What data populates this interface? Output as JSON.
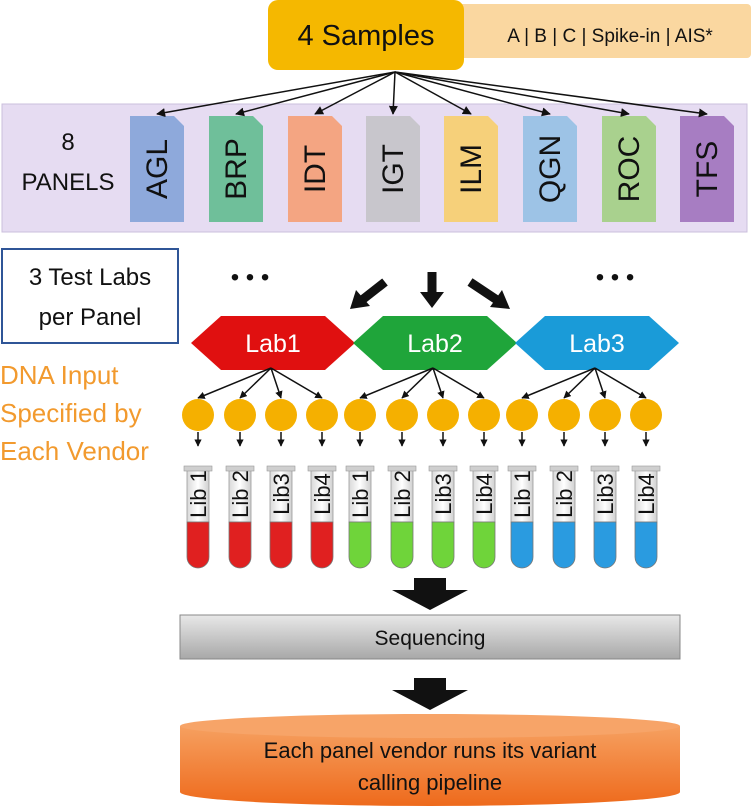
{
  "samples": {
    "title": "4 Samples",
    "list": "A | B | C | Spike-in | AIS*"
  },
  "panels": {
    "count_label": "8",
    "label": "PANELS",
    "items": [
      {
        "code": "AGL",
        "color": "#8EA9DB"
      },
      {
        "code": "BRP",
        "color": "#6FBF9A"
      },
      {
        "code": "IDT",
        "color": "#F4A582"
      },
      {
        "code": "IGT",
        "color": "#C8C6CC"
      },
      {
        "code": "ILM",
        "color": "#F6D07A"
      },
      {
        "code": "QGN",
        "color": "#9DC3E6"
      },
      {
        "code": "ROC",
        "color": "#A9D18E"
      },
      {
        "code": "TFS",
        "color": "#A77DC2"
      }
    ]
  },
  "test_labs": {
    "line1": "3 Test Labs",
    "line2": "per Panel",
    "ellipsis": "• • •"
  },
  "dna_input": {
    "line1": "DNA Input",
    "line2": "Specified by",
    "line3": "Each Vendor"
  },
  "labs": [
    {
      "name": "Lab1",
      "color": "#E01010",
      "tube_color": "#E02020"
    },
    {
      "name": "Lab2",
      "color": "#1FA53A",
      "tube_color": "#6FD43A"
    },
    {
      "name": "Lab3",
      "color": "#1A9BD8",
      "tube_color": "#2A9BE0"
    }
  ],
  "libraries": [
    "Lib 1",
    "Lib 2",
    "Lib3",
    "Lib4"
  ],
  "sequencing": "Sequencing",
  "pipeline": {
    "line1": "Each panel vendor runs its variant",
    "line2": "calling pipeline"
  },
  "colors": {
    "sample_box": "#F5B800",
    "sample_list_bg": "#FAD7A0",
    "panels_bg": "#E6DCF2",
    "accent_text": "#F29A2E",
    "library_dot": "#F5B000",
    "pipeline": "#F07A2A",
    "labs_box_border": "#2F5597"
  }
}
